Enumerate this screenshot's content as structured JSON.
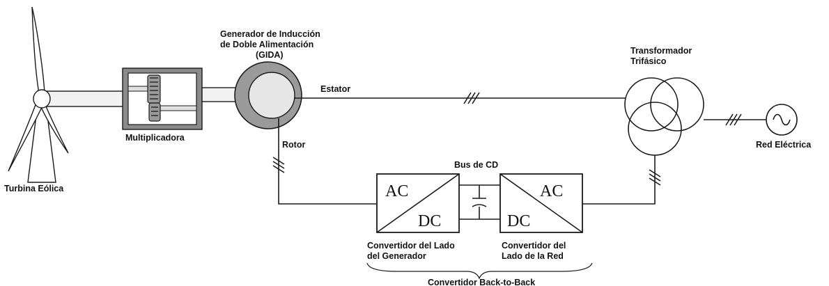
{
  "labels": {
    "generator_line1": "Generador de Inducción",
    "generator_line2": "de Doble Alimentación",
    "generator_line3": "(GIDA)",
    "stator": "Estator",
    "rotor": "Rotor",
    "gearbox": "Multiplicadora",
    "turbine": "Turbina Eólica",
    "transformer_line1": "Transformador",
    "transformer_line2": "Trifásico",
    "grid": "Red Eléctrica",
    "dc_bus": "Bus de CD",
    "gen_conv_line1": "Convertidor del Lado",
    "gen_conv_line2": "del Generador",
    "grid_conv_line1": "Convertidor del",
    "grid_conv_line2": "Lado de la Red",
    "back_to_back": "Convertidor Back-to-Back"
  },
  "converters": {
    "left": {
      "top": "AC",
      "bottom": "DC"
    },
    "right": {
      "top": "AC",
      "bottom": "DC"
    }
  },
  "colors": {
    "line": "#1a1a1a",
    "stator_ring": "#9a9a9a",
    "rotor_core": "#e6e6e6",
    "gearbox": "#8a8a8a",
    "shaft": "#f2f2f2"
  }
}
